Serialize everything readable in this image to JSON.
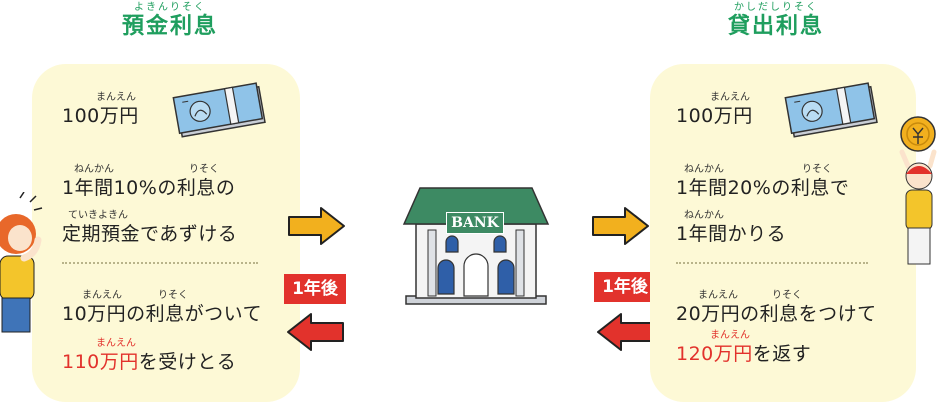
{
  "left": {
    "title": "預金利息",
    "title_ruby": "よきんりそく",
    "lines": [
      {
        "ruby": "まんえん",
        "text": "100万円"
      },
      {
        "ruby1": "ねんかん",
        "ruby2": "りそく",
        "text": "1年間10%の利息の"
      },
      {
        "ruby": "ていきよきん",
        "text": "定期預金であずける"
      },
      {
        "ruby1": "まんえん",
        "ruby2": "りそく",
        "text": "10万円の利息がついて"
      },
      {
        "ruby": "まんえん",
        "text_red": "110万円",
        "text_rest": "を受けとる"
      }
    ]
  },
  "right": {
    "title": "貸出利息",
    "title_ruby": "かしだしりそく",
    "lines": [
      {
        "ruby": "まんえん",
        "text": "100万円"
      },
      {
        "ruby1": "ねんかん",
        "ruby2": "りそく",
        "text": "1年間20%の利息で"
      },
      {
        "ruby": "ねんかん",
        "text": "1年間かりる"
      },
      {
        "ruby1": "まんえん",
        "ruby2": "りそく",
        "text": "20万円の利息をつけて"
      },
      {
        "ruby": "まんえん",
        "text_red": "120万円",
        "text_rest": "を返す"
      }
    ]
  },
  "badges": {
    "left": "1年後",
    "right": "1年後"
  },
  "bank_sign": "BANK",
  "colors": {
    "title": "#1f9e5e",
    "panel": "#fdf9d6",
    "arrow_right": "#f2b01e",
    "arrow_left": "#e2322c",
    "emphasis": "#e2322c"
  }
}
